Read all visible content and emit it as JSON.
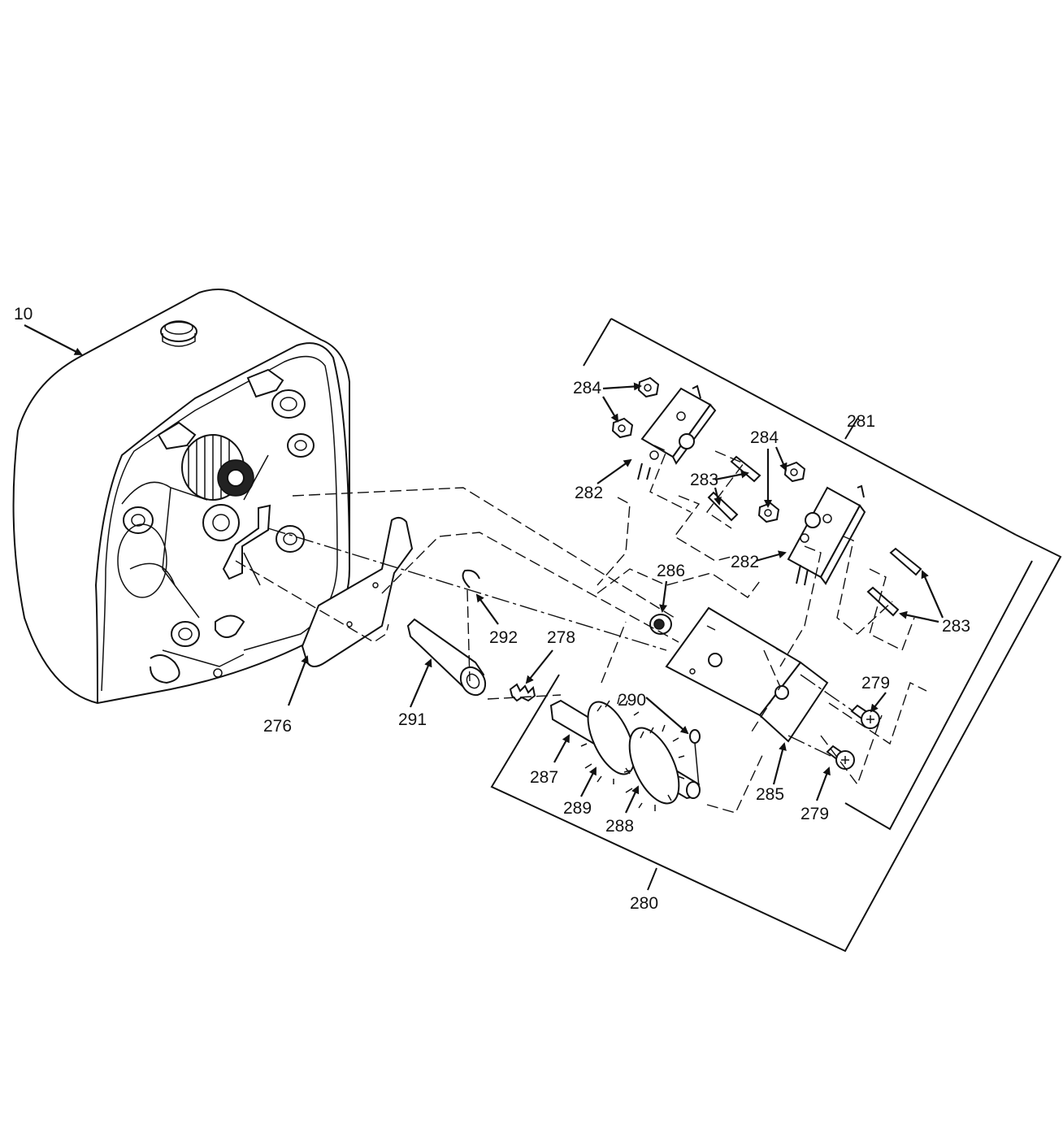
{
  "callouts": [
    {
      "id": "c10",
      "text": "10"
    },
    {
      "id": "c276",
      "text": "276"
    },
    {
      "id": "c278",
      "text": "278"
    },
    {
      "id": "c279a",
      "text": "279"
    },
    {
      "id": "c279b",
      "text": "279"
    },
    {
      "id": "c280",
      "text": "280"
    },
    {
      "id": "c281",
      "text": "281"
    },
    {
      "id": "c282a",
      "text": "282"
    },
    {
      "id": "c282b",
      "text": "282"
    },
    {
      "id": "c283a",
      "text": "283"
    },
    {
      "id": "c283b",
      "text": "283"
    },
    {
      "id": "c284a",
      "text": "284"
    },
    {
      "id": "c284b",
      "text": "284"
    },
    {
      "id": "c285",
      "text": "285"
    },
    {
      "id": "c286",
      "text": "286"
    },
    {
      "id": "c287",
      "text": "287"
    },
    {
      "id": "c288",
      "text": "288"
    },
    {
      "id": "c289",
      "text": "289"
    },
    {
      "id": "c290",
      "text": "290"
    },
    {
      "id": "c291",
      "text": "291"
    },
    {
      "id": "c292",
      "text": "292"
    }
  ]
}
